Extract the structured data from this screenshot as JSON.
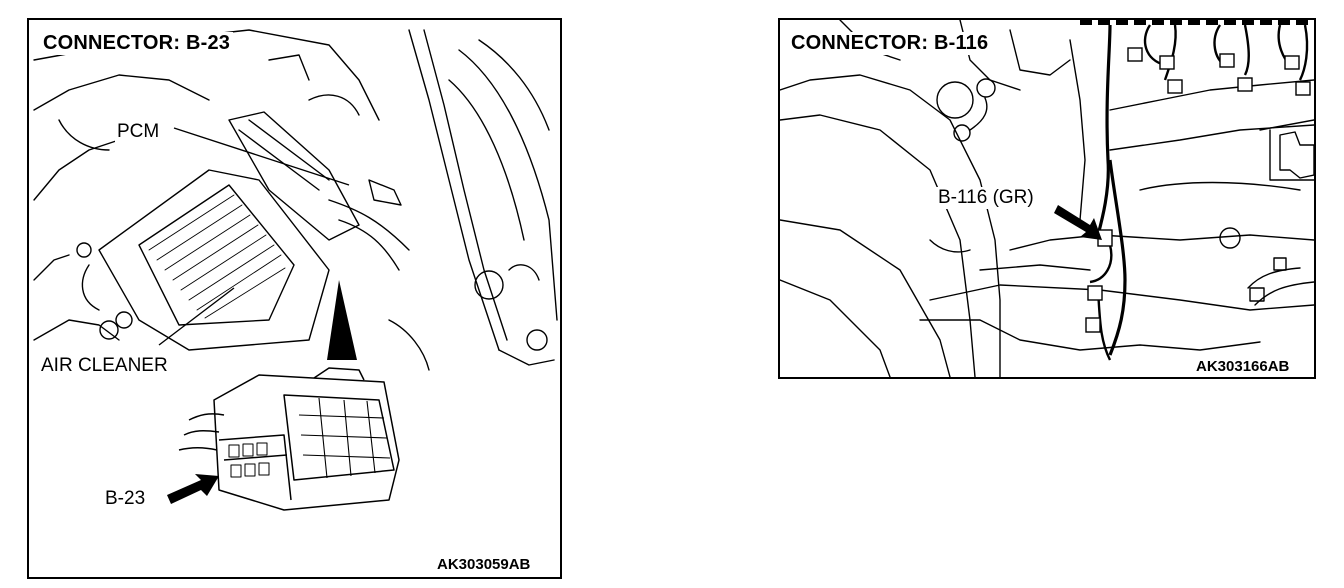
{
  "left_figure": {
    "title": "CONNECTOR: B-23",
    "labels": {
      "pcm": "PCM",
      "air_cleaner": "AIR CLEANER",
      "connector": "B-23"
    },
    "figure_code": "AK303059AB"
  },
  "right_figure": {
    "title": "CONNECTOR: B-116",
    "labels": {
      "connector": "B-116 (GR)"
    },
    "figure_code": "AK303166AB"
  }
}
